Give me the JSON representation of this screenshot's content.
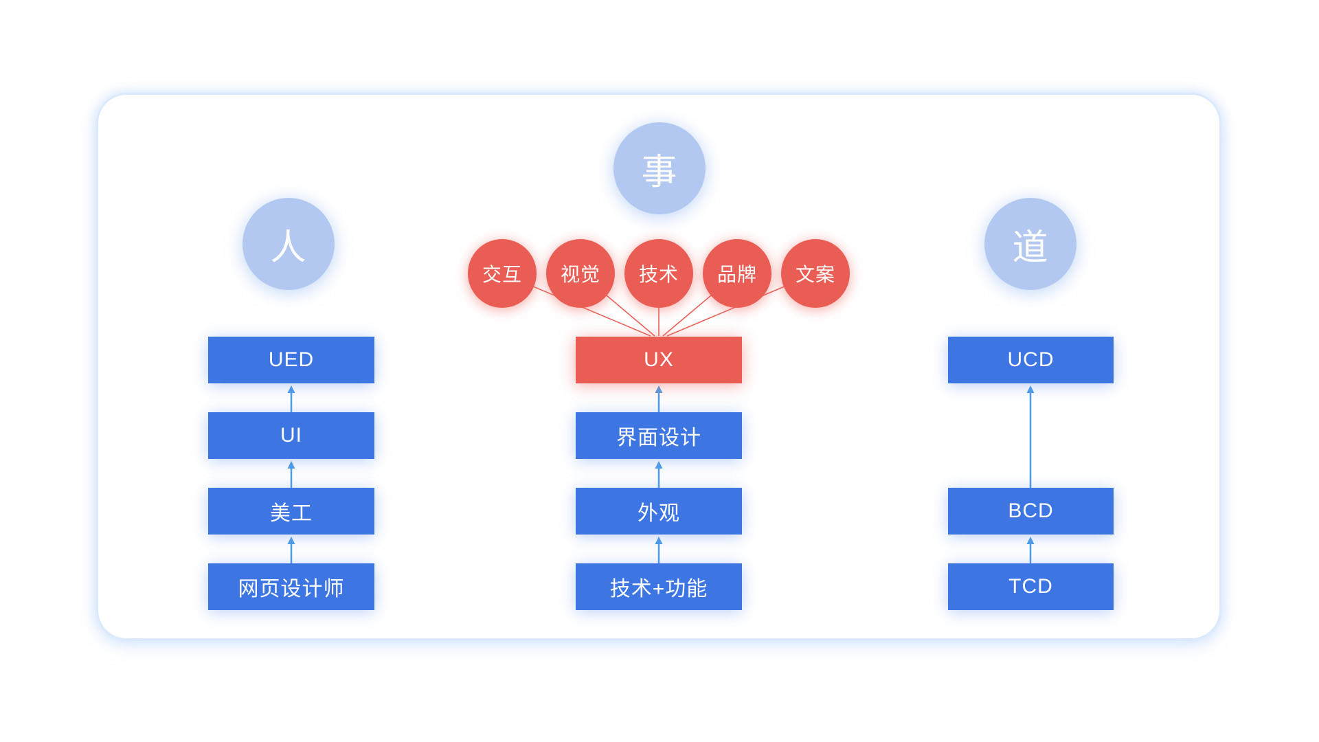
{
  "colors": {
    "box_blue": "#3d76e3",
    "node_red": "#ea5d55",
    "circle_blue": "#b3c8f0",
    "arrow_blue": "#4f9ce8",
    "line_red": "#e8625a",
    "card_border": "#dbe9fd",
    "background": "#ffffff"
  },
  "diagram": {
    "left": {
      "circle": "人",
      "boxes": [
        "UED",
        "UI",
        "美工",
        "网页设计师"
      ]
    },
    "middle": {
      "circle": "事",
      "factors": [
        "交互",
        "视觉",
        "技术",
        "品牌",
        "文案"
      ],
      "boxes": [
        "UX",
        "界面设计",
        "外观",
        "技术+功能"
      ]
    },
    "right": {
      "circle": "道",
      "boxes": [
        "UCD",
        "BCD",
        "TCD"
      ]
    }
  }
}
